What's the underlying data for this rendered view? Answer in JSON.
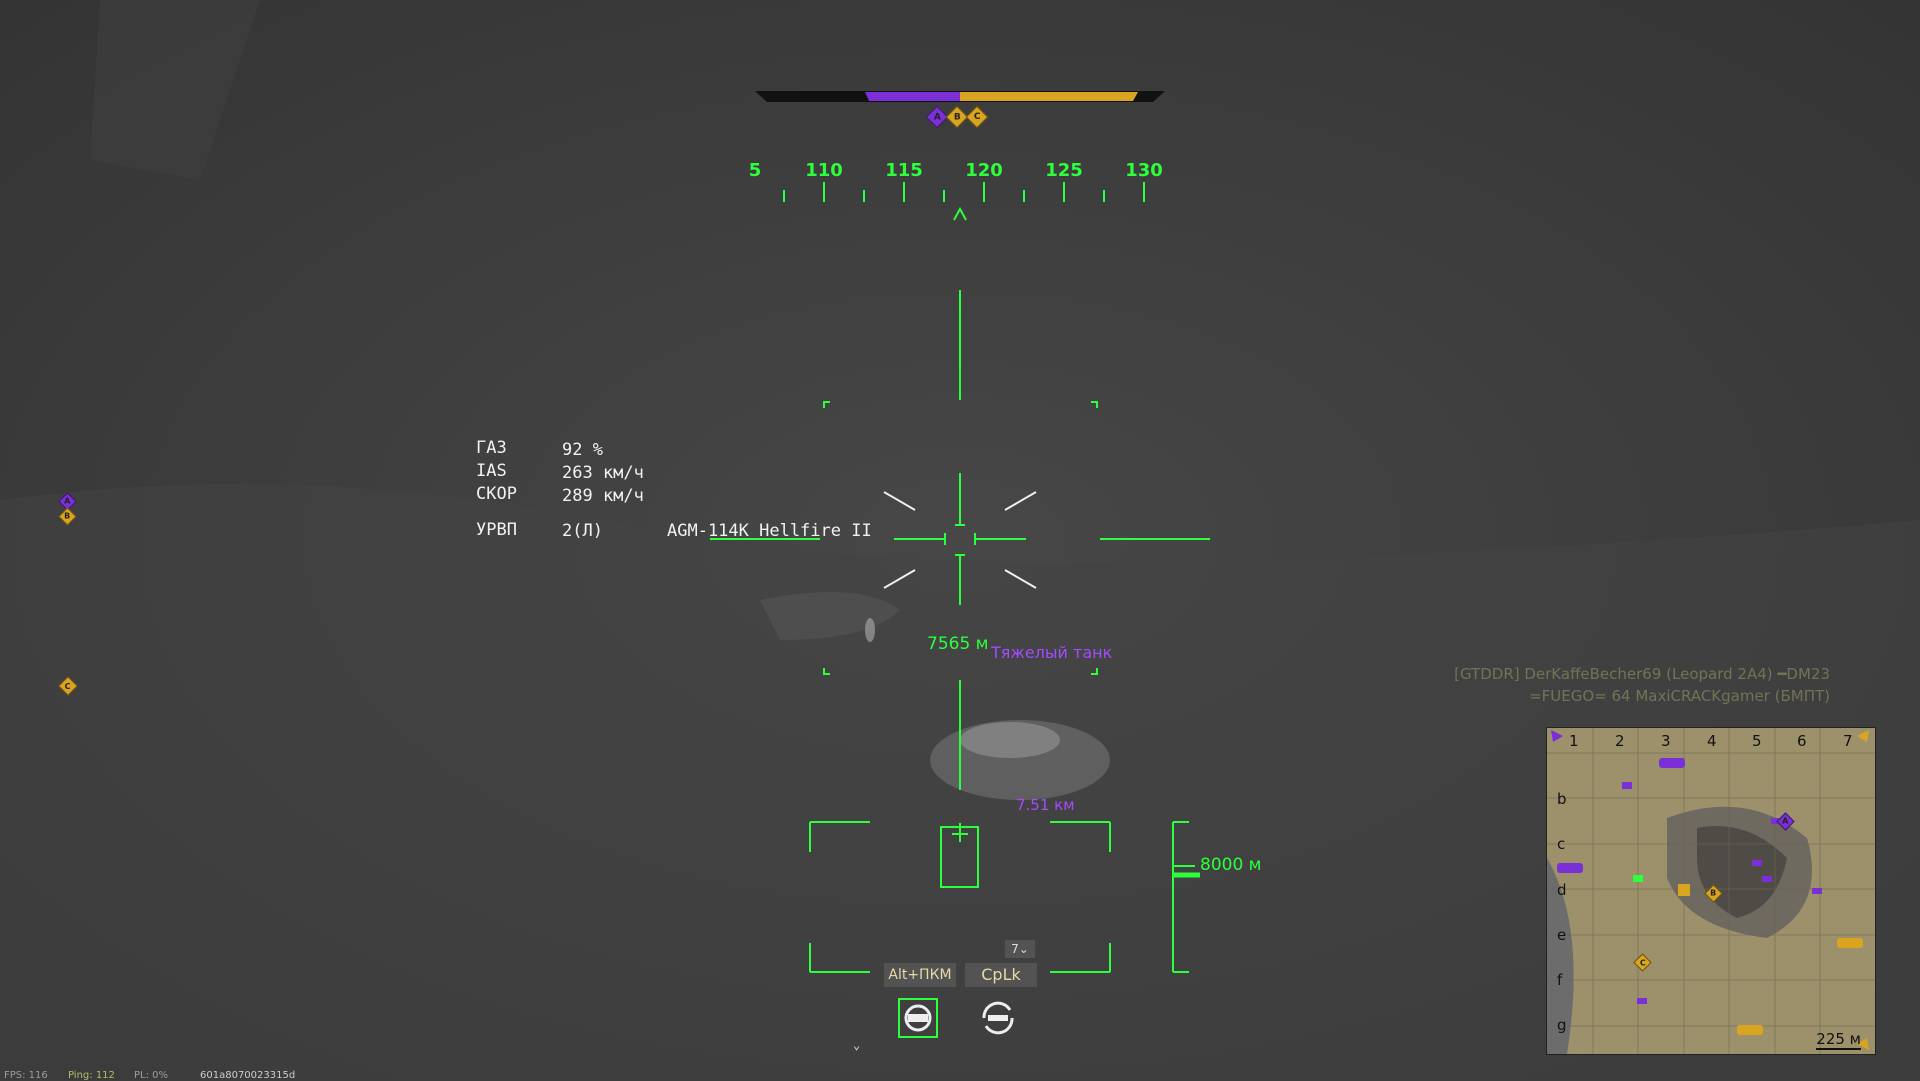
{
  "score_bar": {
    "objectives": [
      {
        "letter": "A",
        "color": "#7b2fd6"
      },
      {
        "letter": "B",
        "color": "#d9a520"
      },
      {
        "letter": "C",
        "color": "#d9a520"
      }
    ]
  },
  "heading_tape": {
    "labels": [
      "5",
      "110",
      "115",
      "120",
      "125",
      "130"
    ],
    "caret": "^"
  },
  "flight_info": {
    "throttle_label": "ГАЗ",
    "throttle_value": "92 %",
    "ias_label": "IAS",
    "ias_value": "263 км/ч",
    "speed_label": "СКОР",
    "speed_value": "289 км/ч",
    "weapon_label": "УРВП",
    "weapon_count": "2(Л)",
    "weapon_name": "AGM-114K Hellfire II"
  },
  "target": {
    "range": "7565",
    "range_unit": "м",
    "type": "Тяжелый танк",
    "distance": "7.51 км"
  },
  "range_scale": {
    "max_label": "8000",
    "unit": "м"
  },
  "keys": {
    "left": "Alt+ПКМ",
    "right": "CpLk",
    "small": "7"
  },
  "side_markers": [
    {
      "letter": "A",
      "color": "#7b2fd6"
    },
    {
      "letter": "B",
      "color": "#d9a520"
    },
    {
      "letter": "C",
      "color": "#d9a520"
    }
  ],
  "chat": [
    {
      "text": "[GTDDR] DerKaffeBecher69 (Leopard 2A4) ━DM23"
    },
    {
      "text": "=FUEGO= 64 MaxiCRACKgamer (БМПТ)"
    }
  ],
  "minimap": {
    "columns": [
      "1",
      "2",
      "3",
      "4",
      "5",
      "6",
      "7"
    ],
    "rows": [
      "b",
      "c",
      "d",
      "e",
      "f",
      "g"
    ],
    "scale": "225 м",
    "objectives": [
      {
        "letter": "A",
        "color": "#7b2fd6"
      },
      {
        "letter": "B",
        "color": "#d9a520"
      },
      {
        "letter": "C",
        "color": "#d9a520"
      }
    ]
  },
  "status": {
    "fps": "FPS: 116",
    "ping": "Ping: 112",
    "pl": "PL: 0%",
    "id": "601a8070023315d"
  },
  "colors": {
    "hud": "#2cff3c",
    "ally": "#7b2fd6",
    "enemy": "#d9a520",
    "target_text": "#a24bff"
  }
}
